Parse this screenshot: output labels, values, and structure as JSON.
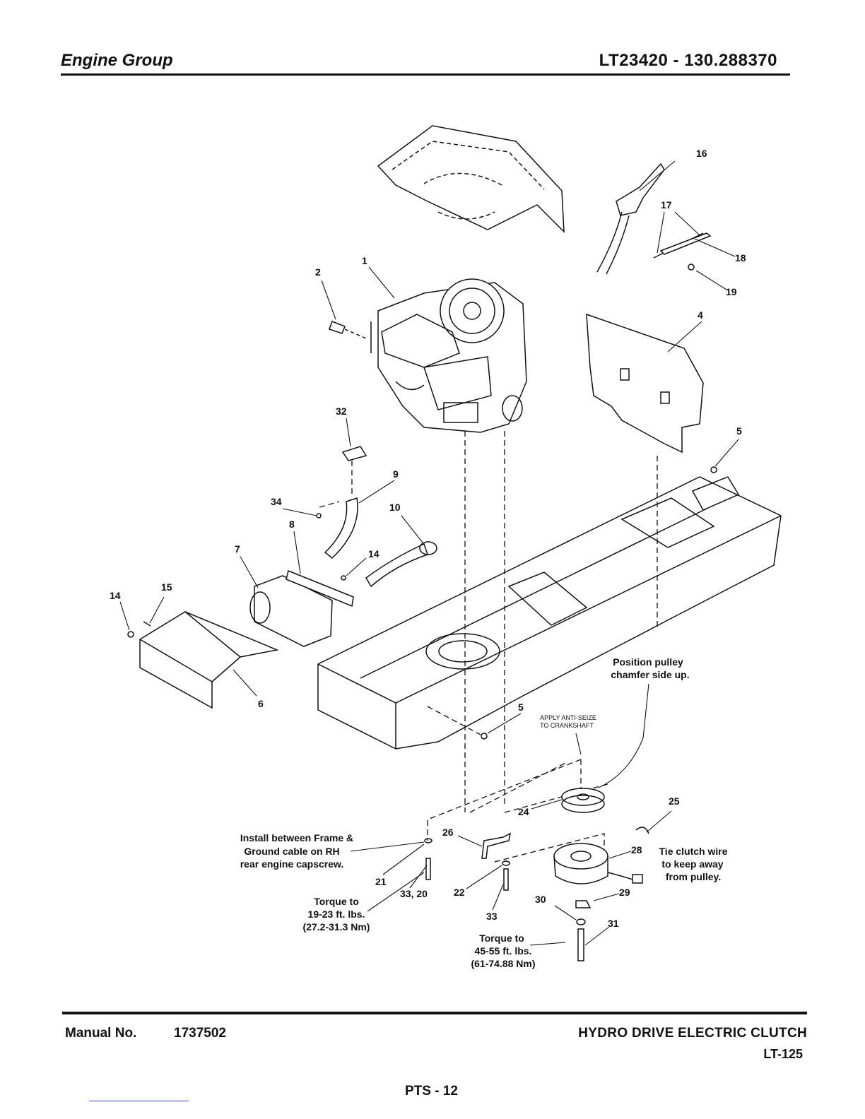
{
  "header": {
    "section_title": "Engine Group",
    "model": "LT23420 - 130.288370"
  },
  "callouts": {
    "c1": "1",
    "c2": "2",
    "c4": "4",
    "c5a": "5",
    "c5b": "5",
    "c6": "6",
    "c7": "7",
    "c8": "8",
    "c9": "9",
    "c10": "10",
    "c14a": "14",
    "c14b": "14",
    "c15": "15",
    "c16": "16",
    "c17": "17",
    "c18": "18",
    "c19": "19",
    "c21": "21",
    "c22": "22",
    "c24": "24",
    "c25": "25",
    "c26": "26",
    "c28": "28",
    "c29": "29",
    "c30": "30",
    "c31": "31",
    "c32": "32",
    "c33": "33",
    "c3320": "33, 20",
    "c34": "34"
  },
  "notes": {
    "pulley": [
      "Position pulley",
      "chamfer side up."
    ],
    "anti_seize": [
      "APPLY ANTI-SEIZE",
      "TO CRANKSHAFT"
    ],
    "ground": [
      "Install between Frame &",
      "Ground cable on RH",
      "rear engine capscrew."
    ],
    "torque1": [
      "Torque to",
      "19-23 ft. lbs.",
      "(27.2-31.3 Nm)"
    ],
    "torque2": [
      "Torque to",
      "45-55 ft. lbs.",
      "(61-74.88 Nm)"
    ],
    "clutch_wire": [
      "Tie clutch wire",
      "to keep away",
      "from pulley."
    ]
  },
  "footer": {
    "manual_label": "Manual No.",
    "manual_no": "1737502",
    "title": "HYDRO DRIVE ELECTRIC CLUTCH",
    "code": "LT-125",
    "page": "PTS - 12"
  }
}
